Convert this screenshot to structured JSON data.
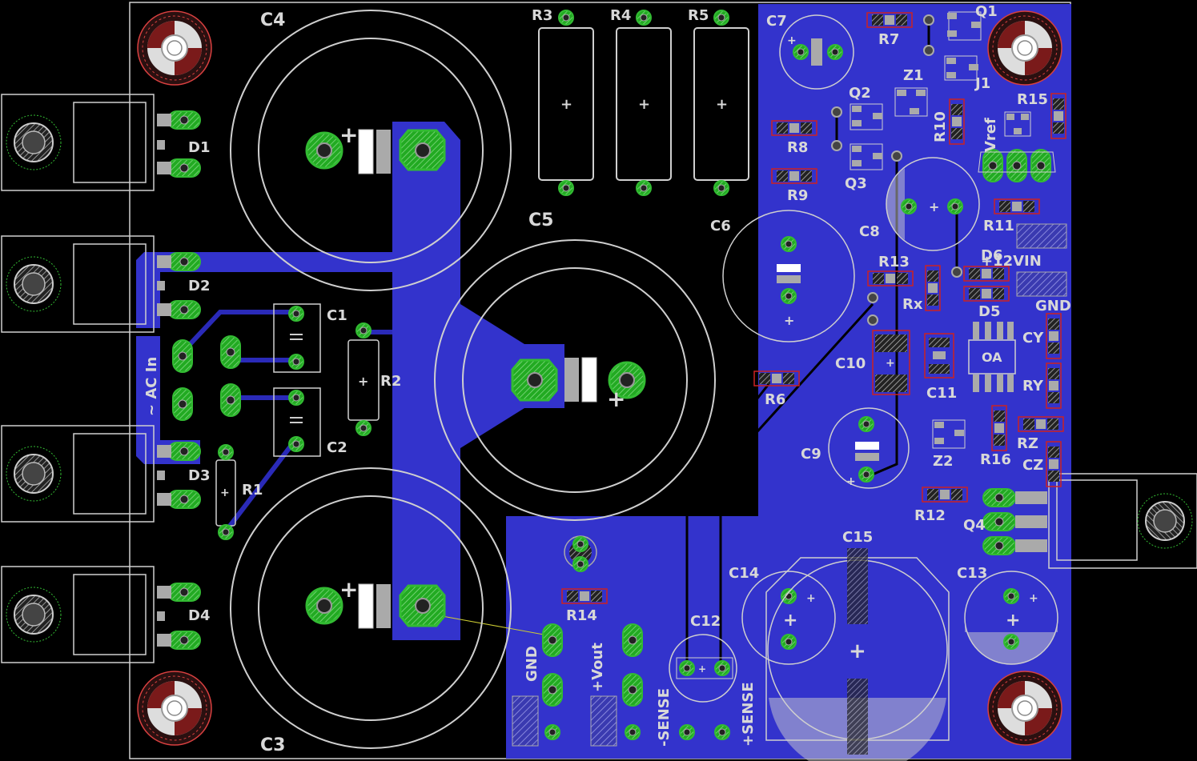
{
  "colors": {
    "background": "#000000",
    "copper": "#3333cc",
    "copper_trace": "#2a2ab8",
    "pad": "#33bb33",
    "silk": "#d8d8d8",
    "mounting_hole": "#d94040",
    "keepout": "#cc2222",
    "via": "#9a9a9a"
  },
  "labels": {
    "c4": "C4",
    "c3": "C3",
    "c5": "C5",
    "c6": "C6",
    "c7": "C7",
    "c8": "C8",
    "c9": "C9",
    "c10": "C10",
    "c11": "C11",
    "c12": "C12",
    "c13": "C13",
    "c14": "C14",
    "c15": "C15",
    "c1": "C1",
    "c2": "C2",
    "r1": "R1",
    "r2": "R2",
    "r3": "R3",
    "r4": "R4",
    "r5": "R5",
    "r6": "R6",
    "r7": "R7",
    "r8": "R8",
    "r9": "R9",
    "r10": "R10",
    "r11": "R11",
    "r12": "R12",
    "r13": "R13",
    "r14": "R14",
    "r15": "R15",
    "r16": "R16",
    "d1": "D1",
    "d2": "D2",
    "d3": "D3",
    "d4": "D4",
    "d5": "D5",
    "d6": "D6",
    "q1": "Q1",
    "q2": "Q2",
    "q3": "Q3",
    "q4": "Q4",
    "j1": "J1",
    "z1": "Z1",
    "z2": "Z2",
    "vref": "Vref",
    "rx": "Rx",
    "rz": "RZ",
    "cz": "CZ",
    "cy": "CY",
    "ry": "RY",
    "oa": "OA",
    "plus12vin": "+12VIN",
    "gnd_right": "GND",
    "ac_in": "~ AC In",
    "gnd_bottom": "GND",
    "vout": "+Vout",
    "sense_minus": "-SENSE",
    "sense_plus": "+SENSE"
  }
}
